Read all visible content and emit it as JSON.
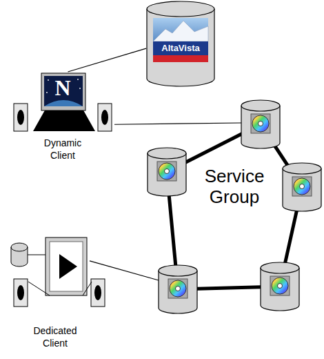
{
  "diagram": {
    "nodes": [
      {
        "text": [
          "AltaVista"
        ]
      },
      {
        "text": [
          "N",
          "Dynamic Client"
        ]
      },
      {
        "text": [
          "Service Group"
        ]
      },
      {
        "text": [
          "Dedicated Client"
        ]
      }
    ],
    "edges": [
      {
        "from": 1,
        "to": 0,
        "arrow": "none"
      },
      {
        "from": 1,
        "to": 2,
        "arrow": "none"
      },
      {
        "from": 3,
        "to": 2,
        "arrow": "none"
      }
    ]
  }
}
